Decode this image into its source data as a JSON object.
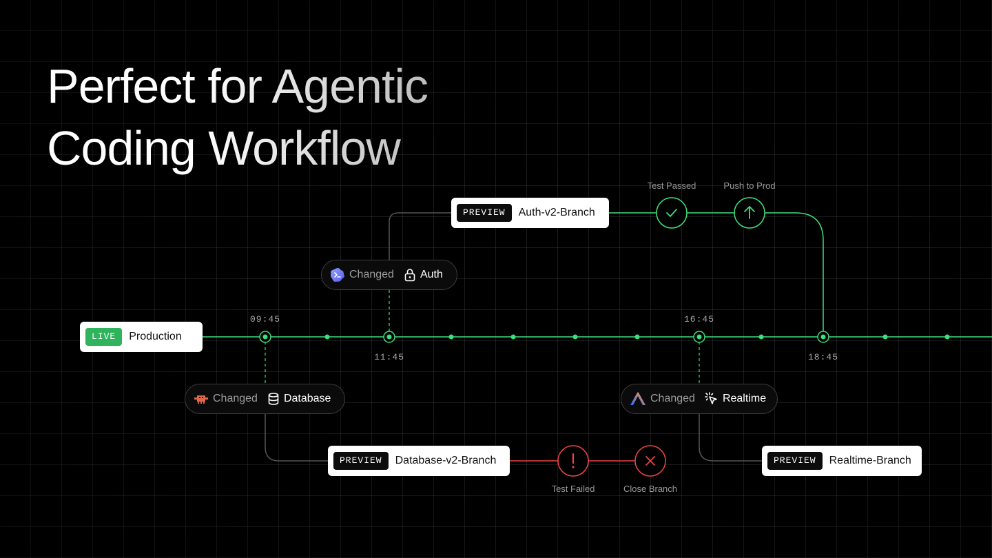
{
  "heading": {
    "line1": "Perfect for Agentic",
    "line2": "Coding Workflow"
  },
  "colors": {
    "green": "#3ee07d",
    "red": "#ef4444",
    "gray_line": "#555555",
    "live_tag": "#2fb35c"
  },
  "production": {
    "tag": "LIVE",
    "label": "Production"
  },
  "times": {
    "t1": "09:45",
    "t2": "11:45",
    "t3": "16:45",
    "t4": "18:45"
  },
  "branches": {
    "auth": {
      "tag": "PREVIEW",
      "label": "Auth-v2-Branch"
    },
    "database": {
      "tag": "PREVIEW",
      "label": "Database-v2-Branch"
    },
    "realtime": {
      "tag": "PREVIEW",
      "label": "Realtime-Branch"
    }
  },
  "changes": {
    "auth": {
      "verb": "Changed",
      "target": "Auth",
      "agent_icon": "terminal-agent-icon",
      "target_icon": "lock-icon"
    },
    "database": {
      "verb": "Changed",
      "target": "Database",
      "agent_icon": "crab-agent-icon",
      "target_icon": "database-icon"
    },
    "realtime": {
      "verb": "Changed",
      "target": "Realtime",
      "agent_icon": "a-agent-icon",
      "target_icon": "cursor-icon"
    }
  },
  "status": {
    "test_passed": "Test Passed",
    "push_to_prod": "Push to Prod",
    "test_failed": "Test Failed",
    "close_branch": "Close Branch"
  }
}
